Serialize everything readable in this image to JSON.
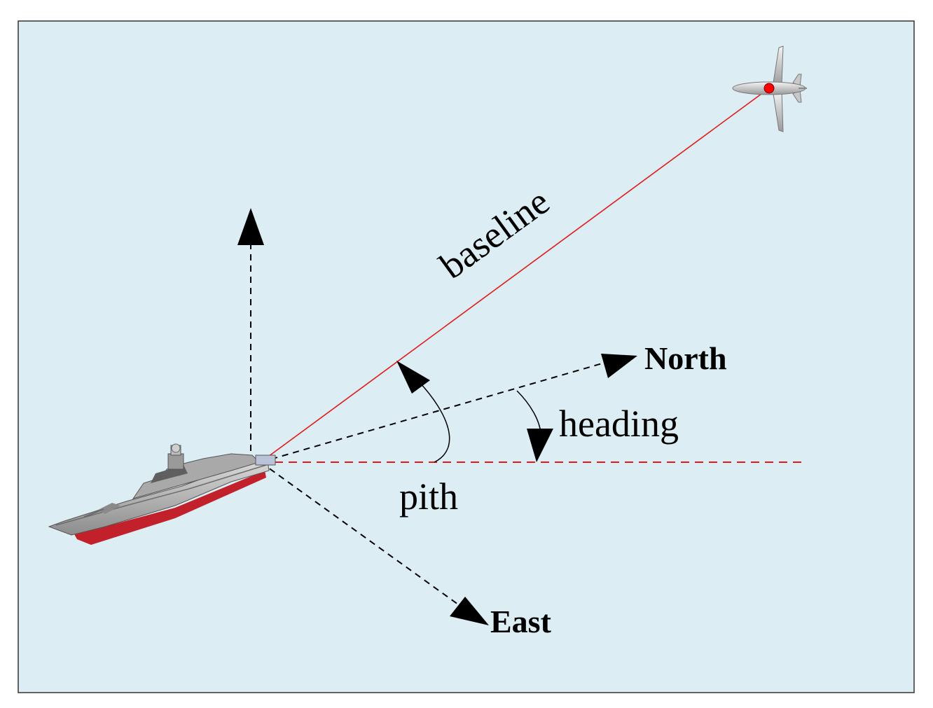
{
  "labels": {
    "baseline": "baseline",
    "north": "North",
    "east": "East",
    "heading": "heading",
    "pith": "pith"
  },
  "colors": {
    "background": "#dcedf3",
    "baseline_line": "#e11b1b",
    "reference_line": "#e11b1b",
    "axes": "#000000",
    "target_dot": "#ff0000"
  },
  "icons": {
    "ship": "warship-icon",
    "aircraft": "airplane-icon"
  }
}
